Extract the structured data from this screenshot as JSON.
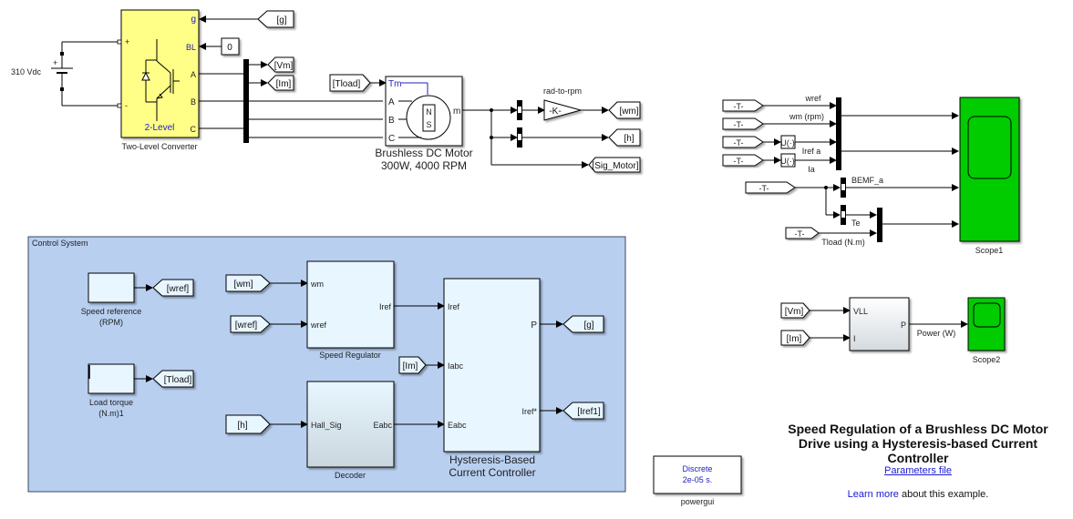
{
  "power_stage": {
    "dc_source_label": "310 Vdc",
    "dc_plus": "+",
    "converter": {
      "name": "Two-Level Converter",
      "inner_label": "2-Level",
      "ports_in": [
        "+",
        "-"
      ],
      "ports_out": [
        "g",
        "BL",
        "A",
        "B",
        "C"
      ]
    },
    "goto_g": "[g]",
    "const_bl": "0",
    "goto_vm": "[Vm]",
    "goto_im": "[Im]",
    "from_tload": "[Tload]",
    "motor": {
      "name_line1": "Brushless DC Motor",
      "name_line2": "300W, 4000 RPM",
      "ports_in": [
        "Tm",
        "A",
        "B",
        "C"
      ],
      "port_out": "m",
      "pole_n": "N",
      "pole_s": "S"
    },
    "gain": {
      "label": "rad-to-rpm",
      "value": "-K-"
    },
    "goto_wm": "[wm]",
    "goto_h": "[h]",
    "goto_sig_motor": "[Sig_Motor]"
  },
  "scope_panel": {
    "from_tag": "-T-",
    "signals": [
      "wref",
      "wm (rpm)",
      "Iref a",
      "Ia",
      "BEMF_a",
      "Te",
      "Tload (N.m)"
    ],
    "selector_label": "U(·)",
    "scope1_name": "Scope1",
    "scope1_color": "#00cc00"
  },
  "power_meas": {
    "from_vm": "[Vm]",
    "from_im": "[Im]",
    "ports_in": [
      "VLL",
      "I"
    ],
    "port_out": "P",
    "signal_label": "Power (W)",
    "scope2_name": "Scope2"
  },
  "control_system": {
    "title": "Control System",
    "bg_color": "#b8cff0",
    "speed_ref": {
      "name_line1": "Speed reference",
      "name_line2": "(RPM)",
      "goto": "[wref]"
    },
    "load_torque": {
      "name_line1": "Load torque",
      "name_line2": "(N.m)1",
      "goto": "[Tload]"
    },
    "speed_regulator": {
      "name": "Speed Regulator",
      "from_wm": "[wm]",
      "from_wref": "[wref]",
      "ports_in": [
        "wm",
        "wref"
      ],
      "port_out": "Iref"
    },
    "decoder": {
      "name": "Decoder",
      "from_h": "[h]",
      "port_in": "Hall_Sig",
      "port_out": "Eabc"
    },
    "hysteresis": {
      "name_line1": "Hysteresis-Based",
      "name_line2": "Current Controller",
      "from_im": "[Im]",
      "ports_in": [
        "Iref",
        "Iabc",
        "Eabc"
      ],
      "ports_out": [
        "P",
        "Iref*"
      ],
      "goto_g": "[g]",
      "goto_iref1": "[Iref1]"
    }
  },
  "powergui": {
    "line1": "Discrete",
    "line2": "2e-05 s.",
    "name": "powergui"
  },
  "annotation": {
    "title": "Speed Regulation of a Brushless DC Motor Drive using a Hysteresis-based Current Controller",
    "params_link": "Parameters file",
    "learn_more_link": "Learn more",
    "learn_more_rest": " about this example."
  },
  "colors": {
    "converter_fill": "#ffff88",
    "scope_green": "#00cc00",
    "subsystem_fill": "#e8f6ff",
    "link_blue": "#1a1ad0"
  }
}
